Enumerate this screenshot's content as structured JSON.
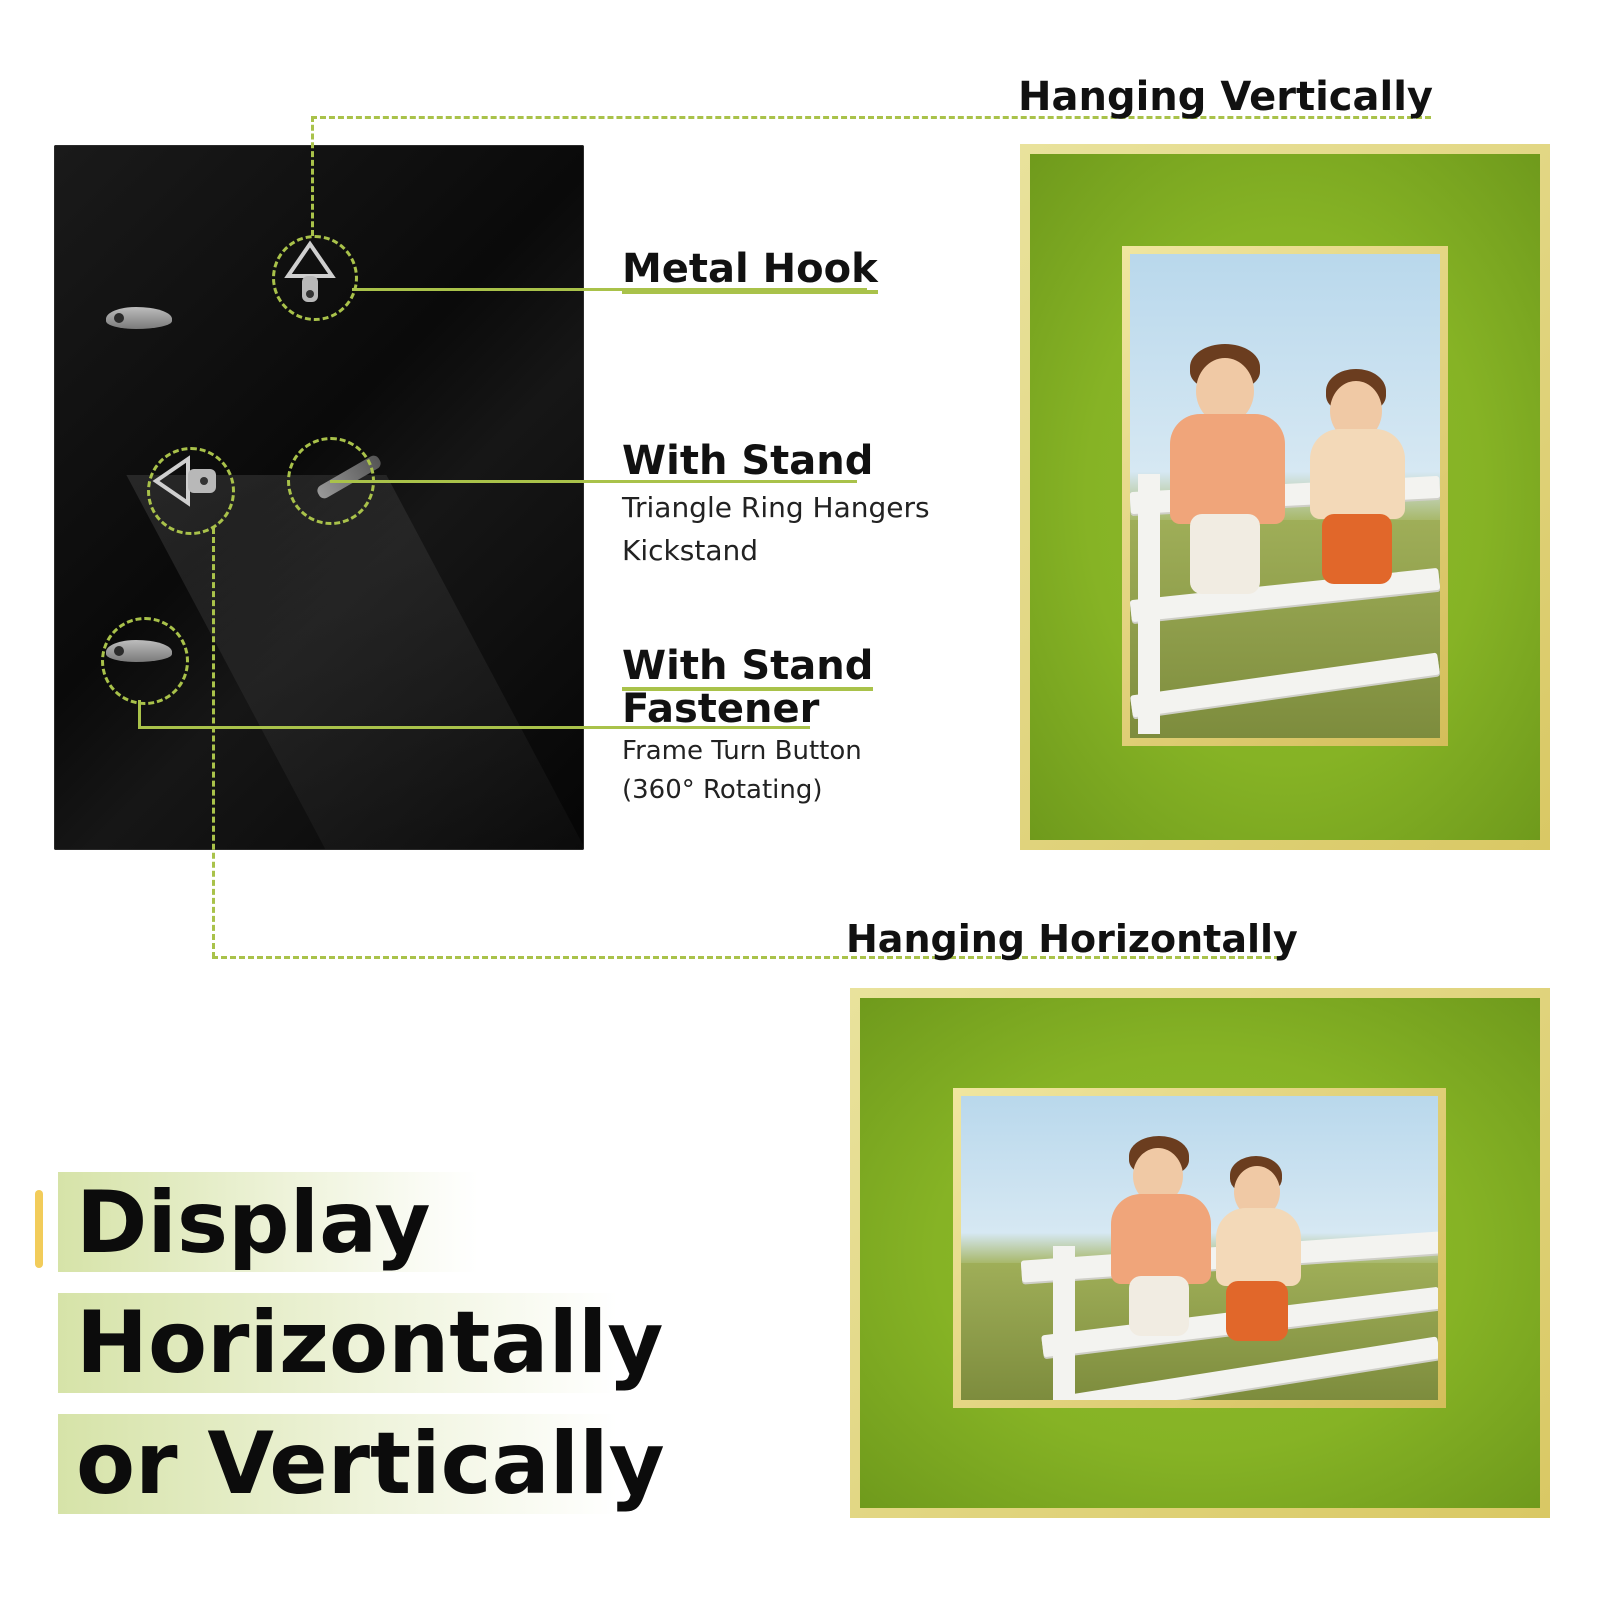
{
  "headings": {
    "vertical": "Hanging Vertically",
    "horizontal": "Hanging Horizontally"
  },
  "callouts": {
    "metal_hook": {
      "title": "Metal Hook"
    },
    "stand_hangers": {
      "title": "With Stand",
      "line1": "Triangle Ring Hangers",
      "line2": "Kickstand"
    },
    "stand_fastener": {
      "title_line1": "With Stand",
      "title_line2": "Fastener",
      "line1": "Frame Turn Button",
      "line2": "(360° Rotating)"
    }
  },
  "tagline": {
    "line1": "Display",
    "line2": "Horizontally",
    "line3": "or Vertically"
  },
  "colors": {
    "accent_green": "#a9c24a",
    "frame_green": "#86b325",
    "frame_gold": "#d9c864",
    "accent_yellow": "#f2cc5a"
  },
  "icons": [
    "metal-hook-icon",
    "triangle-ring-hanger-icon",
    "kickstand-icon",
    "turn-button-icon"
  ]
}
